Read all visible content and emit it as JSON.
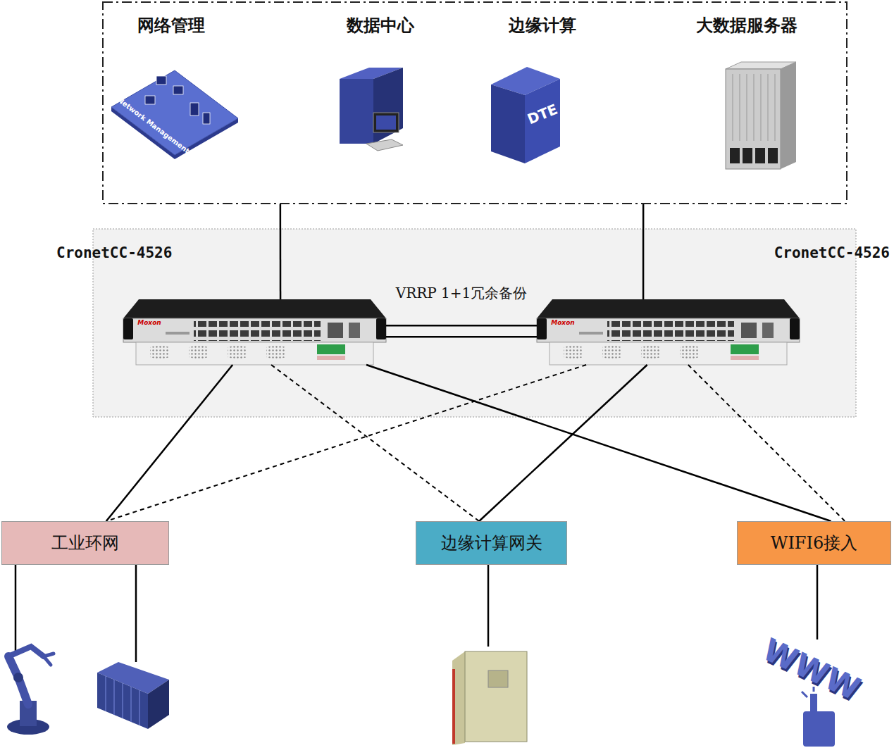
{
  "diagram": {
    "nodes": [
      {
        "text": [
          "网络管理",
          "数据中心",
          "边缘计算",
          "大数据服务器"
        ]
      },
      {
        "text": [
          "CronetCC-4526"
        ]
      },
      {
        "text": [
          "CronetCC-4526"
        ]
      },
      {
        "text": [
          "工业环网"
        ]
      },
      {
        "text": [
          "边缘计算网关"
        ]
      },
      {
        "text": [
          "WIFI6接入"
        ]
      }
    ],
    "edges": [
      {
        "from": 1,
        "to": 0,
        "arrow": "none"
      },
      {
        "from": 2,
        "to": 0,
        "arrow": "none"
      },
      {
        "from": 1,
        "to": 2,
        "label": "VRRP 1+1冗余备份",
        "arrow": "none"
      },
      {
        "from": 1,
        "to": 3,
        "arrow": "none"
      },
      {
        "from": 1,
        "to": 4,
        "arrow": "none"
      },
      {
        "from": 1,
        "to": 5,
        "arrow": "none"
      },
      {
        "from": 2,
        "to": 3,
        "arrow": "none"
      },
      {
        "from": 2,
        "to": 4,
        "arrow": "none"
      },
      {
        "from": 2,
        "to": 5,
        "arrow": "none"
      }
    ],
    "labels": [
      "Network Management",
      "DTE",
      "Moxon",
      "Moxon",
      "WWW"
    ]
  }
}
